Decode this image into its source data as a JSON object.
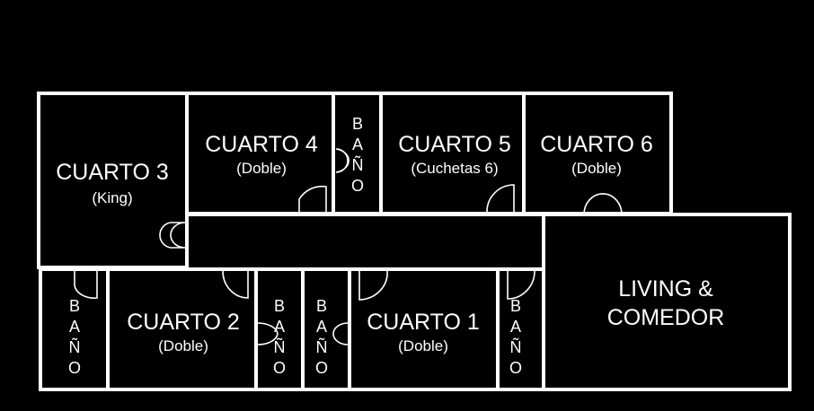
{
  "colors": {
    "background": "#000000",
    "lines": "#ffffff"
  },
  "rooms": {
    "cuarto3": {
      "name": "CUARTO 3",
      "type": "(King)"
    },
    "cuarto4": {
      "name": "CUARTO 4",
      "type": "(Doble)"
    },
    "cuarto5": {
      "name": "CUARTO 5",
      "type": "(Cuchetas 6)"
    },
    "cuarto6": {
      "name": "CUARTO 6",
      "type": "(Doble)"
    },
    "cuarto2": {
      "name": "CUARTO 2",
      "type": "(Doble)"
    },
    "cuarto1": {
      "name": "CUARTO 1",
      "type": "(Doble)"
    },
    "living": {
      "line1": "LIVING &",
      "line2": "COMEDOR"
    }
  },
  "bathroom": {
    "letters": [
      "B",
      "A",
      "Ñ",
      "O"
    ]
  }
}
